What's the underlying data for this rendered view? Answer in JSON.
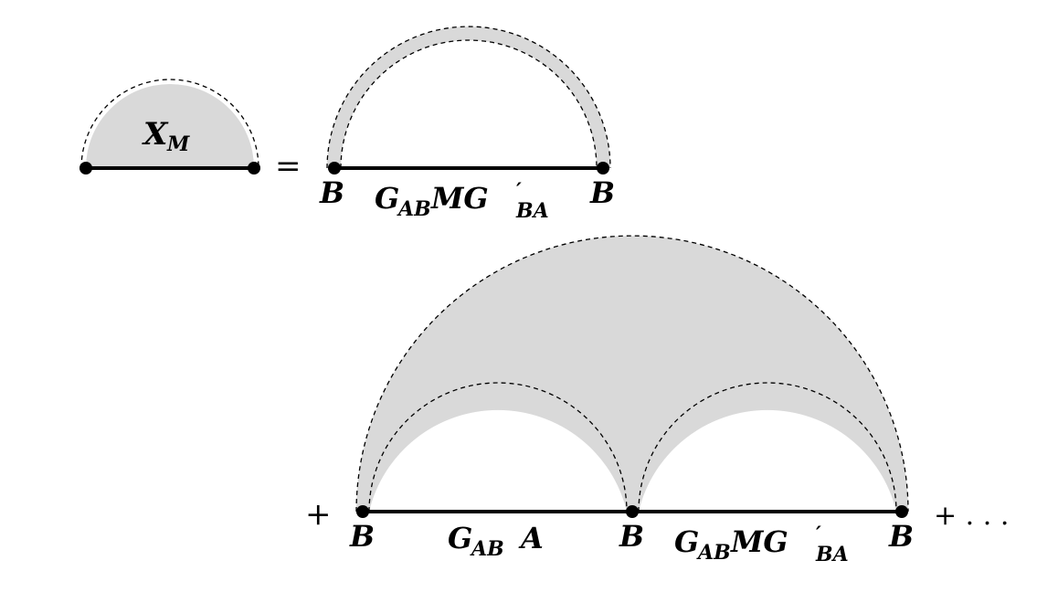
{
  "diagram": {
    "colors": {
      "fill": "#d9d9d9",
      "line": "#000000",
      "background": "#ffffff"
    },
    "left": {
      "symbol_main": "X",
      "symbol_sub": "M"
    },
    "equals": "=",
    "term1": {
      "node_left": "B",
      "node_right": "B",
      "edge_main": "G",
      "edge_sub1": "AB",
      "edge_mid": "MG",
      "edge_prime": "′",
      "edge_sub2": "BA"
    },
    "plus": "+",
    "term2": {
      "node_left": "B",
      "node_mid": "B",
      "node_right": "B",
      "edge1_main": "G",
      "edge1_sub": "AB",
      "edge1_tail": "A",
      "edge2_main": "G",
      "edge2_sub1": "AB",
      "edge2_mid": "MG",
      "edge2_prime": "′",
      "edge2_sub2": "BA"
    },
    "ellipsis": "+ . . ."
  }
}
